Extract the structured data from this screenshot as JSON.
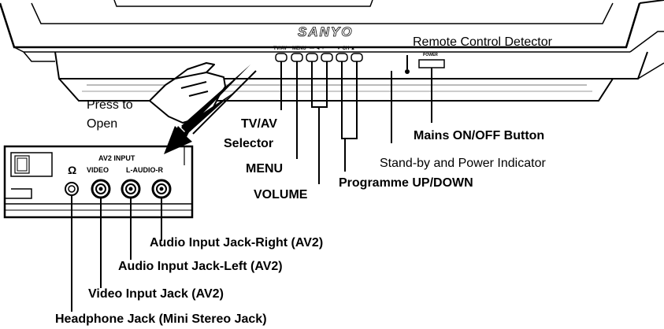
{
  "brand": "SANYO",
  "panel_labels": {
    "tv_av": "TV/AV",
    "menu": "MENU",
    "volume": "— ◄ +",
    "ch": "▼ CH ▲",
    "power": "POWER",
    "av2_input": "AV2  INPUT",
    "video": "VIDEO",
    "l_audio_r": "L-AUDIO-R"
  },
  "labels": {
    "remote_control_detector": "Remote Control Detector",
    "press_to": "Press to",
    "open": "Open",
    "tv_av_selector_1": "TV/AV",
    "tv_av_selector_2": "Selector",
    "menu": "MENU",
    "volume": "VOLUME",
    "programme": "Programme UP/DOWN",
    "mains": "Mains ON/OFF Button",
    "standby": "Stand-by and Power Indicator",
    "audio_right": "Audio Input Jack-Right (AV2)",
    "audio_left": "Audio Input Jack-Left (AV2)",
    "video_jack": "Video Input Jack (AV2)",
    "headphone": "Headphone Jack (Mini Stereo Jack)"
  }
}
